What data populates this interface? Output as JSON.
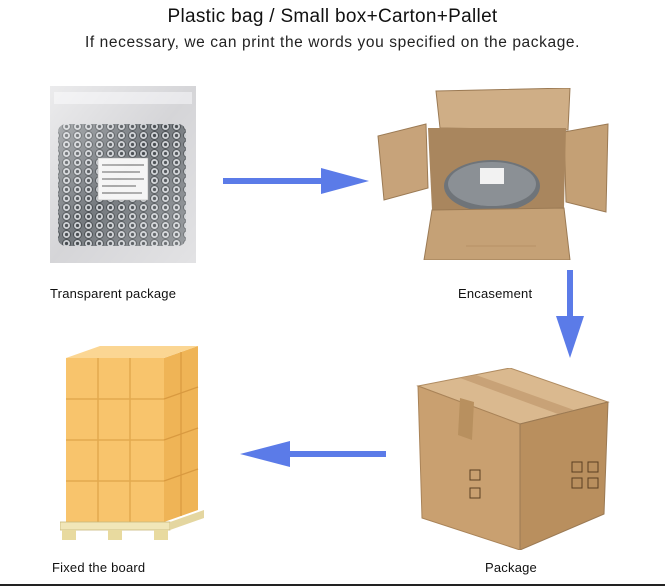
{
  "header": {
    "title": "Plastic bag / Small box+Carton+Pallet",
    "subtitle": "If necessary, we can print the words you specified on the package."
  },
  "steps": [
    {
      "caption": "Transparent package",
      "icon": "plastic-bag-photo"
    },
    {
      "caption": "Encasement",
      "icon": "open-carton-photo"
    },
    {
      "caption": "Package",
      "icon": "sealed-carton-photo"
    },
    {
      "caption": "Fixed the board",
      "icon": "pallet-photo"
    }
  ],
  "colors": {
    "arrow": "#5b7be8",
    "cardboard": "#c9a57a",
    "pallet_box": "#f6c774"
  }
}
